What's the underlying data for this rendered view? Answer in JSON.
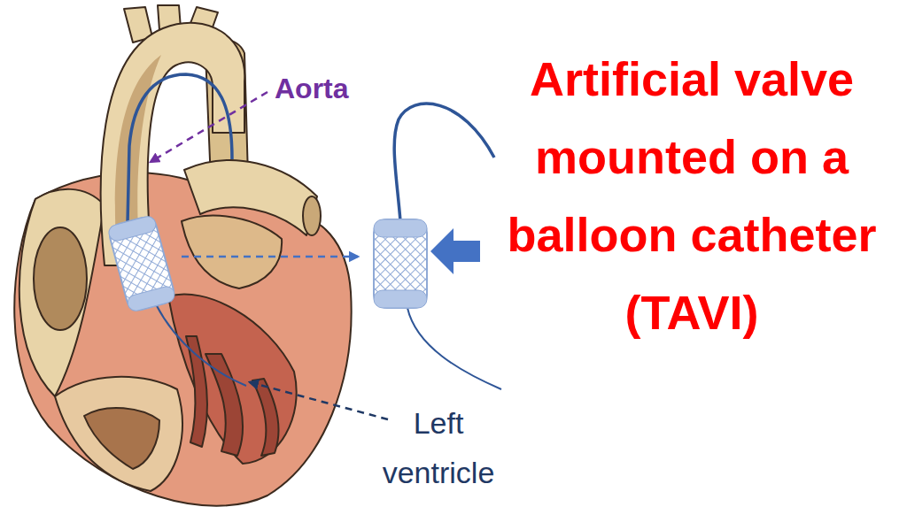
{
  "diagram": {
    "labels": [
      "Aorta",
      "Left ventricle",
      "Artificial valve mounted on a balloon catheter (TAVI)"
    ]
  }
}
